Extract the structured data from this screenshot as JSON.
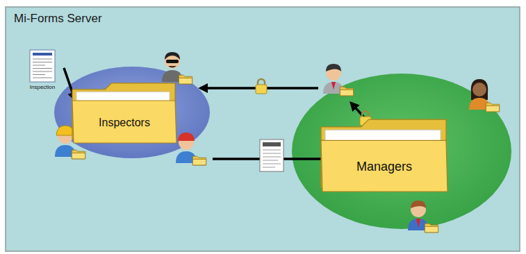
{
  "diagram": {
    "title": "Mi-Forms Server",
    "nodes": [
      {
        "text": [
          "Inspectors"
        ]
      },
      {
        "text": [
          "Managers"
        ]
      },
      {
        "text": [
          "Inspection"
        ]
      }
    ],
    "edges": [
      {
        "from": 2,
        "to": 0,
        "arrow": "to"
      }
    ]
  }
}
